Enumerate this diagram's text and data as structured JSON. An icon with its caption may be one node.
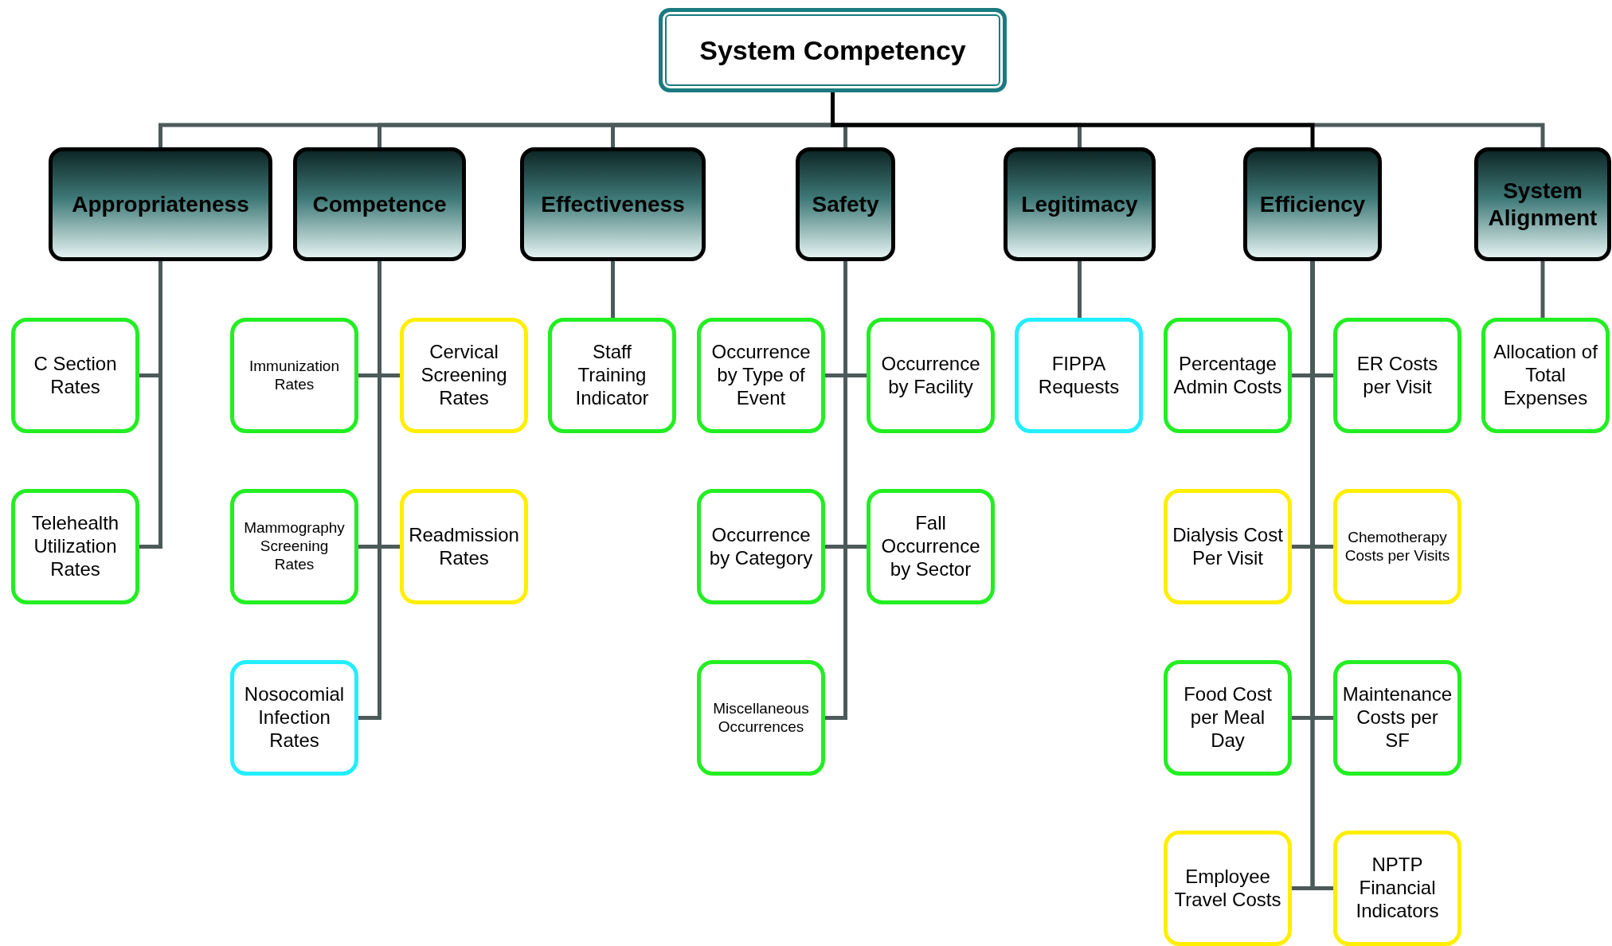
{
  "diagram": {
    "nodes": [
      {
        "text": [
          "System Competency"
        ]
      },
      {
        "text": [
          "Appropriateness"
        ]
      },
      {
        "text": [
          "Competence"
        ]
      },
      {
        "text": [
          "Effectiveness"
        ]
      },
      {
        "text": [
          "Safety"
        ]
      },
      {
        "text": [
          "Legitimacy"
        ]
      },
      {
        "text": [
          "Efficiency"
        ]
      },
      {
        "text": [
          "System Alignment"
        ]
      },
      {
        "text": [
          "C Section Rates"
        ]
      },
      {
        "text": [
          "Telehealth Utilization Rates"
        ]
      },
      {
        "text": [
          "Immunization Rates"
        ]
      },
      {
        "text": [
          "Cervical Screening Rates"
        ]
      },
      {
        "text": [
          "Mammography Screening Rates"
        ]
      },
      {
        "text": [
          "Readmission Rates"
        ]
      },
      {
        "text": [
          "Nosocomial Infection Rates"
        ]
      },
      {
        "text": [
          "Staff Training Indicator"
        ]
      },
      {
        "text": [
          "Occurrence by Type of Event"
        ]
      },
      {
        "text": [
          "Occurrence by Facility"
        ]
      },
      {
        "text": [
          "Occurrence by Category"
        ]
      },
      {
        "text": [
          "Fall Occurrence by Sector"
        ]
      },
      {
        "text": [
          "Miscellaneous Occurrences"
        ]
      },
      {
        "text": [
          "FIPPA Requests"
        ]
      },
      {
        "text": [
          "Percentage Admin Costs"
        ]
      },
      {
        "text": [
          "ER Costs per Visit"
        ]
      },
      {
        "text": [
          "Dialysis Cost Per Visit"
        ]
      },
      {
        "text": [
          "Chemotherapy Costs per Visits"
        ]
      },
      {
        "text": [
          "Food Cost per Meal Day"
        ]
      },
      {
        "text": [
          "Maintenance Costs per SF"
        ]
      },
      {
        "text": [
          "Employee Travel Costs"
        ]
      },
      {
        "text": [
          "NPTP Financial Indicators"
        ]
      },
      {
        "text": [
          "Allocation of Total Expenses"
        ]
      }
    ],
    "edges": [
      {
        "from": 0,
        "to": 1,
        "arrow": "none"
      },
      {
        "from": 0,
        "to": 2,
        "arrow": "none"
      },
      {
        "from": 0,
        "to": 3,
        "arrow": "none"
      },
      {
        "from": 0,
        "to": 4,
        "arrow": "none"
      },
      {
        "from": 0,
        "to": 5,
        "arrow": "none"
      },
      {
        "from": 0,
        "to": 7,
        "arrow": "none"
      },
      {
        "from": 0,
        "to": 6,
        "arrow": "none",
        "color": "#000000"
      },
      {
        "from": 1,
        "to": 8,
        "arrow": "none"
      },
      {
        "from": 1,
        "to": 9,
        "arrow": "none"
      },
      {
        "from": 2,
        "to": 10,
        "arrow": "none"
      },
      {
        "from": 2,
        "to": 11,
        "arrow": "none"
      },
      {
        "from": 2,
        "to": 12,
        "arrow": "none"
      },
      {
        "from": 2,
        "to": 13,
        "arrow": "none"
      },
      {
        "from": 2,
        "to": 14,
        "arrow": "none"
      },
      {
        "from": 3,
        "to": 15,
        "arrow": "none"
      },
      {
        "from": 4,
        "to": 16,
        "arrow": "none"
      },
      {
        "from": 4,
        "to": 17,
        "arrow": "none"
      },
      {
        "from": 4,
        "to": 18,
        "arrow": "none"
      },
      {
        "from": 4,
        "to": 19,
        "arrow": "none"
      },
      {
        "from": 4,
        "to": 20,
        "arrow": "none"
      },
      {
        "from": 5,
        "to": 21,
        "arrow": "none"
      },
      {
        "from": 6,
        "to": 22,
        "arrow": "none"
      },
      {
        "from": 6,
        "to": 23,
        "arrow": "none"
      },
      {
        "from": 6,
        "to": 24,
        "arrow": "none"
      },
      {
        "from": 6,
        "to": 25,
        "arrow": "none"
      },
      {
        "from": 6,
        "to": 26,
        "arrow": "none"
      },
      {
        "from": 6,
        "to": 27,
        "arrow": "none"
      },
      {
        "from": 6,
        "to": 28,
        "arrow": "none"
      },
      {
        "from": 6,
        "to": 29,
        "arrow": "none"
      },
      {
        "from": 7,
        "to": 30,
        "arrow": "none"
      }
    ]
  }
}
